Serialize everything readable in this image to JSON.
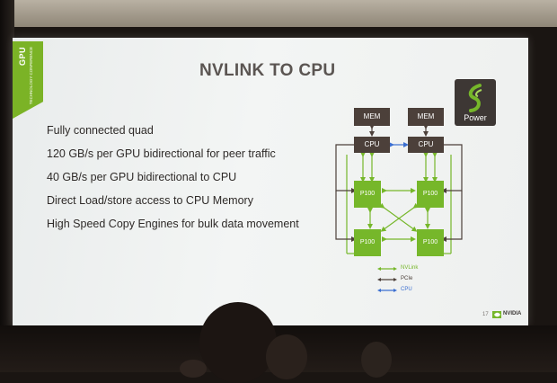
{
  "slide": {
    "title": "NVLINK TO CPU",
    "badge_main": "GPU",
    "badge_sub": "TECHNOLOGY CONFERENCE",
    "bullets": [
      "Fully connected quad",
      "120 GB/s per GPU bidirectional for peer traffic",
      "40 GB/s per GPU bidirectional to CPU",
      "Direct Load/store access to CPU Memory",
      "High Speed Copy Engines for bulk data movement"
    ],
    "power_logo_text": "Power",
    "page_number": "17",
    "footer_brand": "NVIDIA"
  },
  "diagram": {
    "mem_labels": [
      "MEM",
      "MEM"
    ],
    "cpu_labels": [
      "CPU",
      "CPU"
    ],
    "gpu_labels": [
      "P100",
      "P100",
      "P100",
      "P100"
    ],
    "legend": [
      {
        "label": "NVLink",
        "color": "#76b72a"
      },
      {
        "label": "PCIe",
        "color": "#4c403a"
      },
      {
        "label": "CPU",
        "color": "#3b6fd1"
      }
    ]
  },
  "colors": {
    "nvidia_green": "#76b72a",
    "cpu_box": "#4c403a",
    "title_gray": "#5b5552"
  }
}
